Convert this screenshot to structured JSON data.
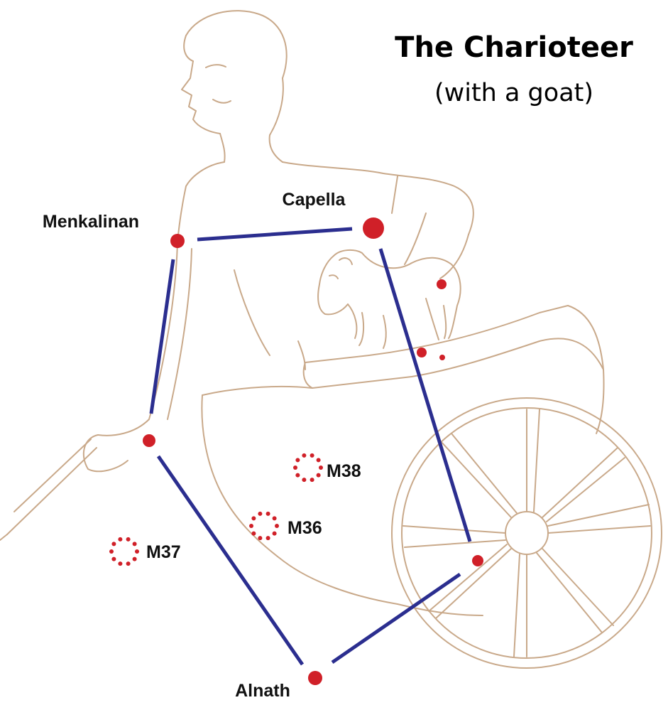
{
  "title": "The Charioteer",
  "subtitle": "(with a goat)",
  "colors": {
    "line": "#2b2e8f",
    "star": "#d02028",
    "sketch": "#c9a98a"
  },
  "stars": {
    "capella": "Capella",
    "menkalinan": "Menkalinan",
    "alnath": "Alnath"
  },
  "clusters": {
    "m38": "M38",
    "m36": "M36",
    "m37": "M37"
  }
}
